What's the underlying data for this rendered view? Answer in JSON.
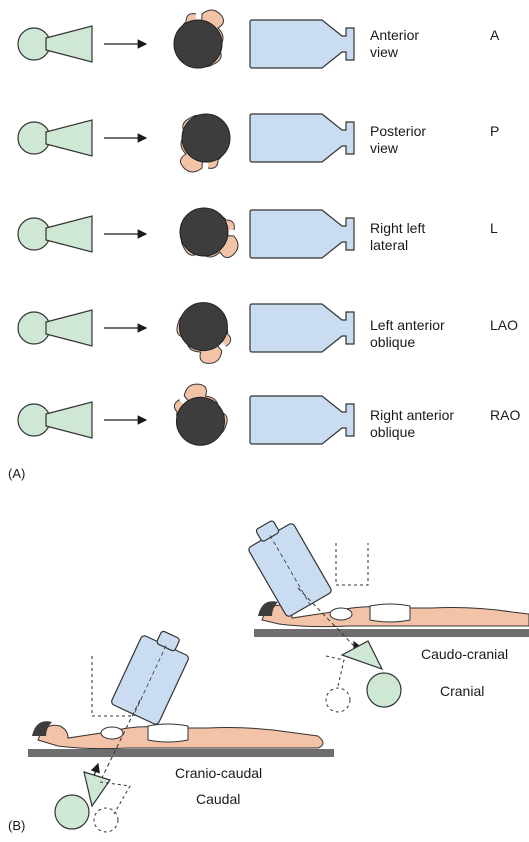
{
  "panel_a": {
    "label": "(A)",
    "views": [
      {
        "name": "Anterior\nview",
        "code": "A"
      },
      {
        "name": "Posterior\nview",
        "code": "P"
      },
      {
        "name": "Right left\nlateral",
        "code": "L"
      },
      {
        "name": "Left anterior\noblique",
        "code": "LAO"
      },
      {
        "name": "Right anterior\noblique",
        "code": "RAO"
      }
    ]
  },
  "panel_b": {
    "label": "(B)",
    "caudo_cranial": "Caudo-cranial",
    "cranial": "Cranial",
    "cranio_caudal": "Cranio-caudal",
    "caudal": "Caudal"
  },
  "colors": {
    "tube": "#cfe8d6",
    "detector": "#c9dcf2",
    "skin": "#f3c3a7",
    "hair": "#3d3d3d",
    "table": "#6e6e6e",
    "outline": "#333333"
  }
}
